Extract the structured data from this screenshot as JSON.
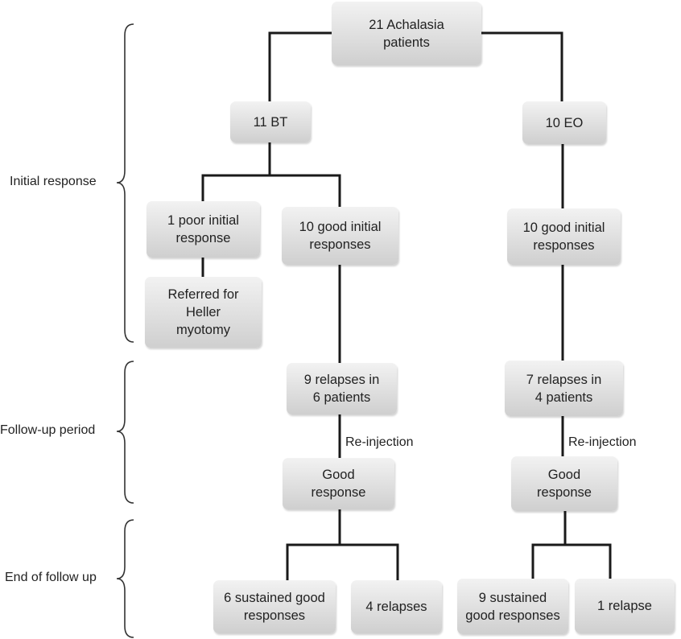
{
  "phases": {
    "initial": "Initial response",
    "follow_up": "Follow-up period",
    "end": "End of follow up"
  },
  "nodes": {
    "root": "21 Achalasia\npatients",
    "bt": "11 BT",
    "eo": "10 EO",
    "bt_poor": "1 poor initial\nresponse",
    "bt_good": "10 good initial\nresponses",
    "eo_good": "10 good initial\nresponses",
    "heller": "Referred for\nHeller\nmyotomy",
    "bt_relapses": "9 relapses in\n6 patients",
    "eo_relapses": "7 relapses in\n4 patients",
    "bt_good_resp": "Good\nresponse",
    "eo_good_resp": "Good\nresponse",
    "bt_sustained": "6 sustained good\nresponses",
    "bt_4relapses": "4 relapses",
    "eo_sustained": "9 sustained\ngood responses",
    "eo_1relapse": "1 relapse"
  },
  "edge_labels": {
    "bt_reinjection": "Re-injection",
    "eo_reinjection": "Re-injection"
  }
}
